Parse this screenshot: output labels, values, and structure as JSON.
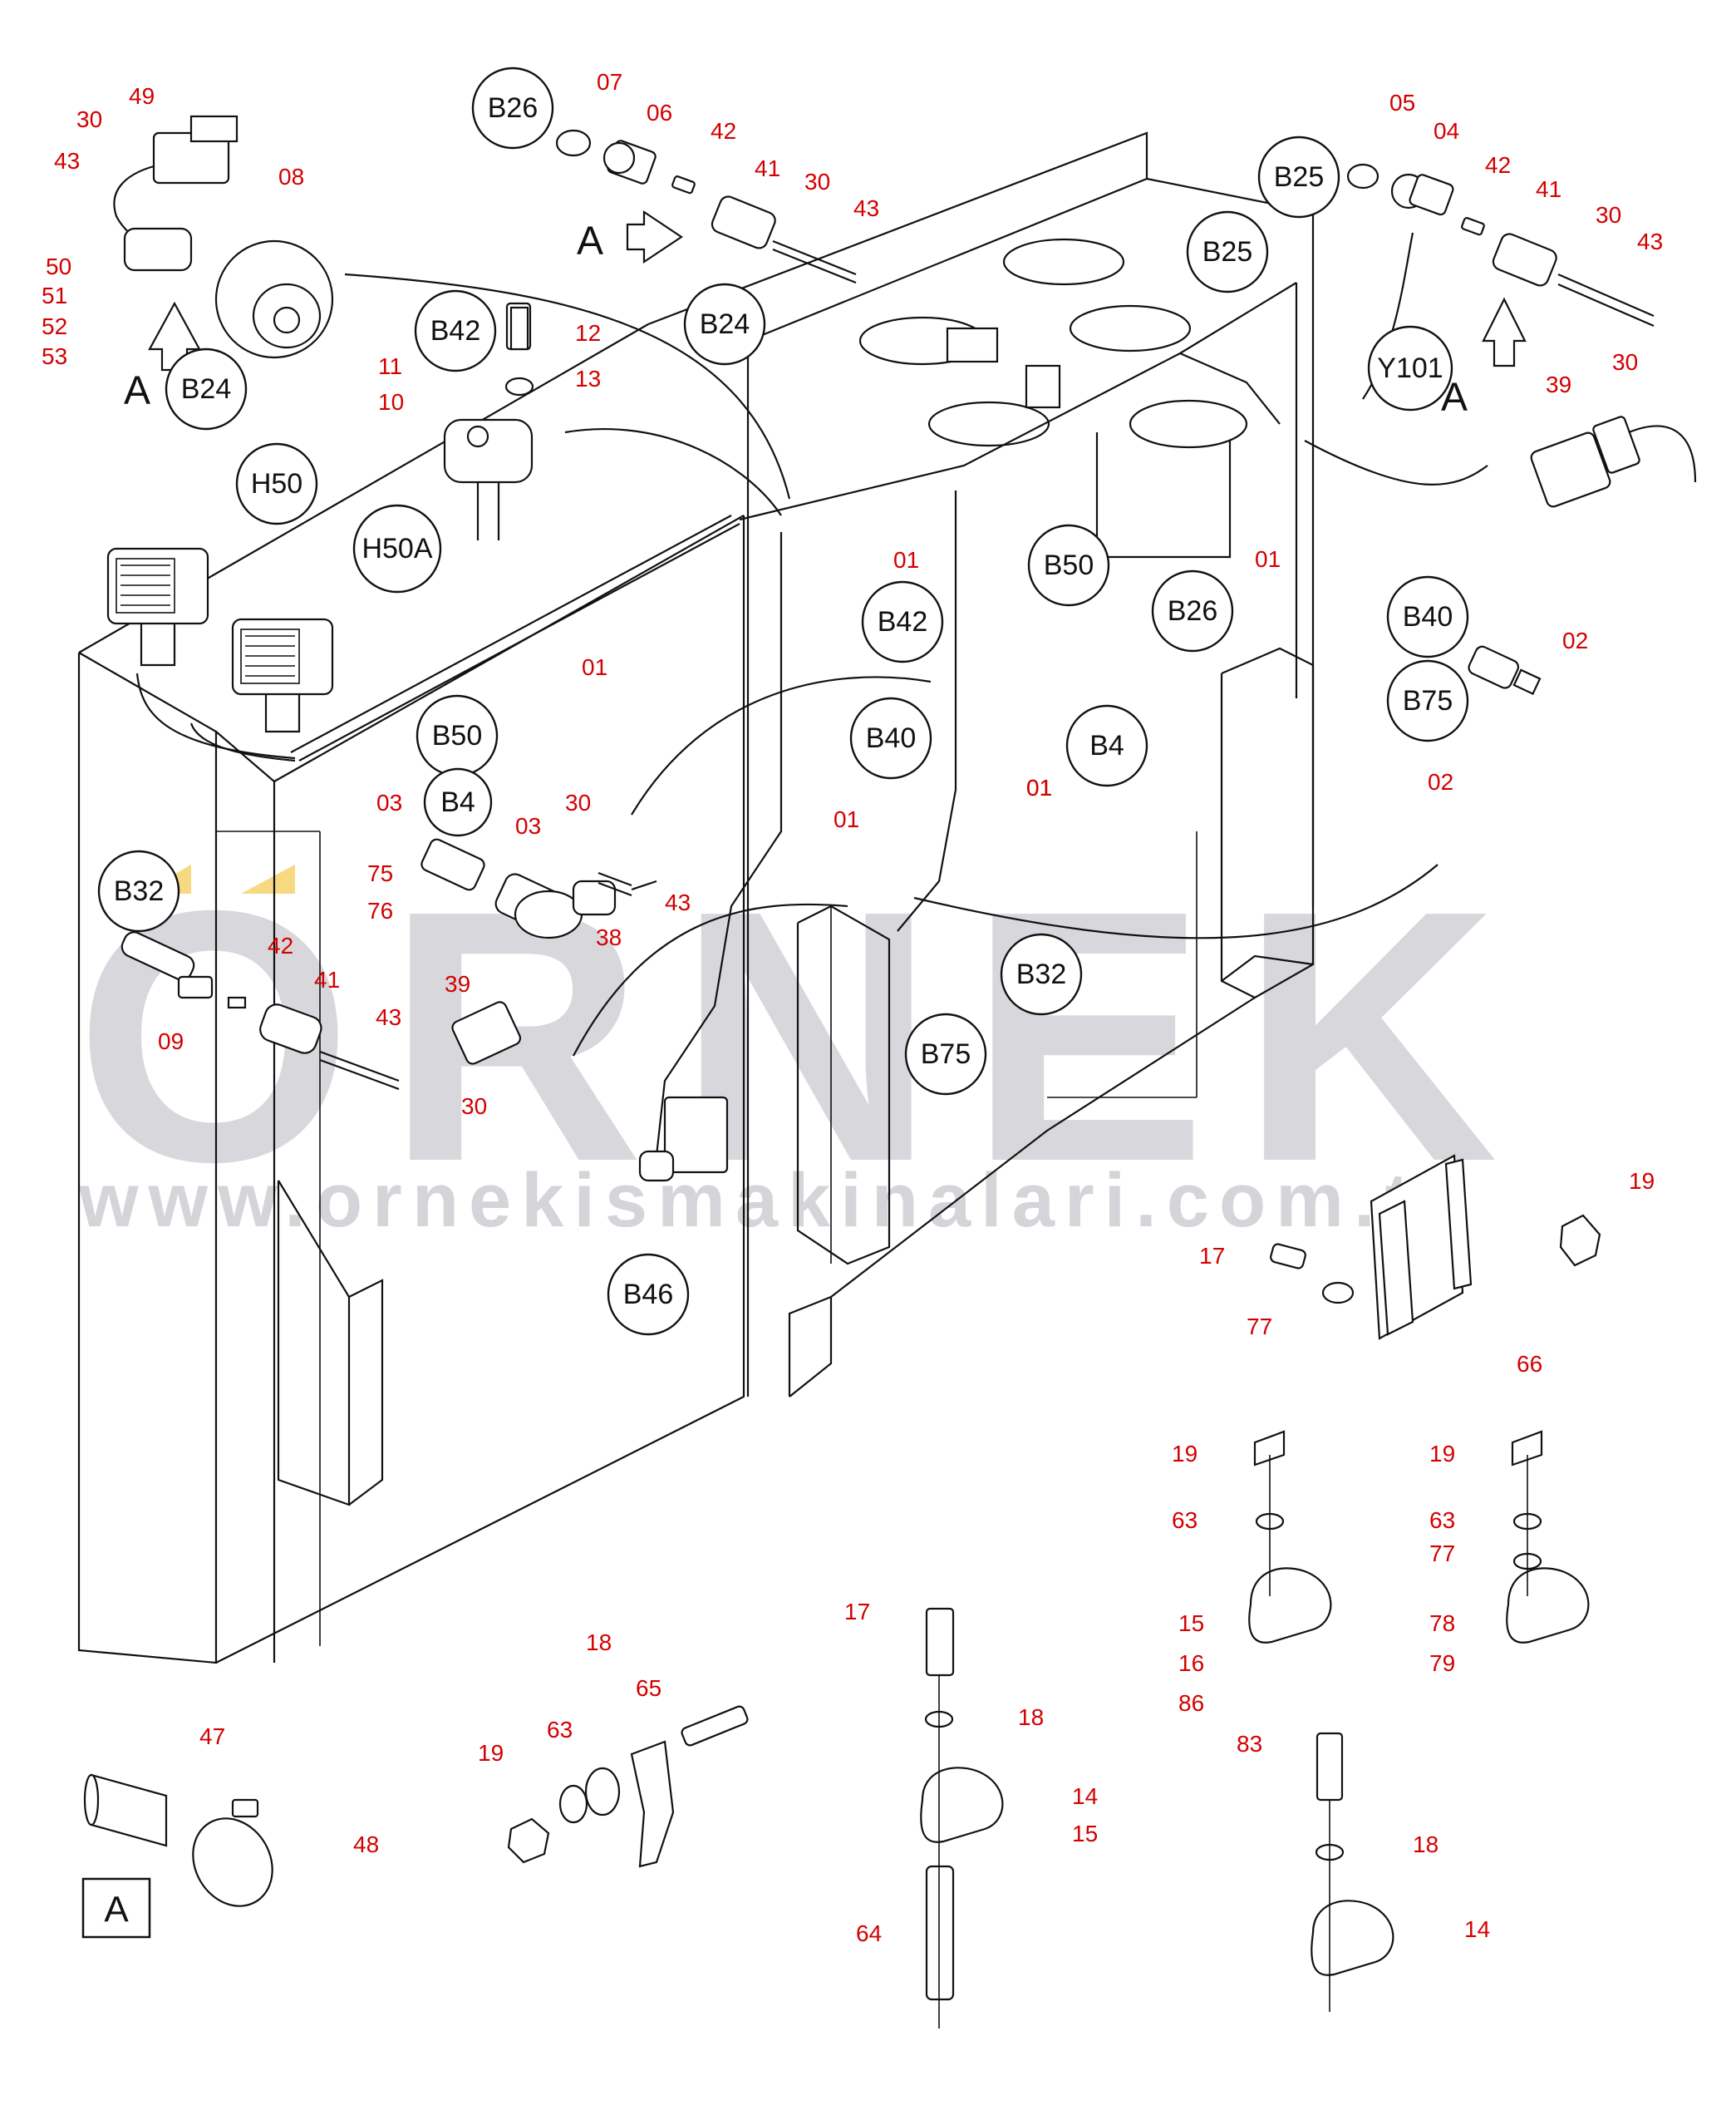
{
  "watermark": {
    "brand": "ORNEK",
    "url": "www.ornekismakinalari.com.tr",
    "brand_color": "#b9b9c1",
    "accent_color": "#f2c94c"
  },
  "detail_box": {
    "label": "A"
  },
  "arrow_labels": [
    "A",
    "A",
    "A"
  ],
  "bubbles": [
    "B24",
    "B26",
    "B42",
    "B24",
    "B25",
    "B25",
    "Y101",
    "H50",
    "H50A",
    "B42",
    "B26",
    "B50",
    "B50",
    "B4",
    "B40",
    "B4",
    "B40",
    "B75",
    "B32",
    "B32",
    "B75",
    "B46"
  ],
  "part_numbers": [
    "49",
    "30",
    "43",
    "08",
    "50",
    "51",
    "52",
    "53",
    "07",
    "06",
    "42",
    "41",
    "30",
    "43",
    "05",
    "04",
    "42",
    "41",
    "30",
    "43",
    "39",
    "30",
    "12",
    "13",
    "11",
    "10",
    "01",
    "01",
    "01",
    "01",
    "01",
    "01",
    "02",
    "02",
    "03",
    "03",
    "30",
    "75",
    "76",
    "38",
    "43",
    "42",
    "41",
    "09",
    "43",
    "39",
    "30",
    "19",
    "17",
    "77",
    "66",
    "19",
    "63",
    "15",
    "16",
    "86",
    "19",
    "63",
    "77",
    "78",
    "79",
    "83",
    "18",
    "14",
    "17",
    "18",
    "14",
    "15",
    "64",
    "18",
    "65",
    "63",
    "19",
    "47",
    "48"
  ]
}
